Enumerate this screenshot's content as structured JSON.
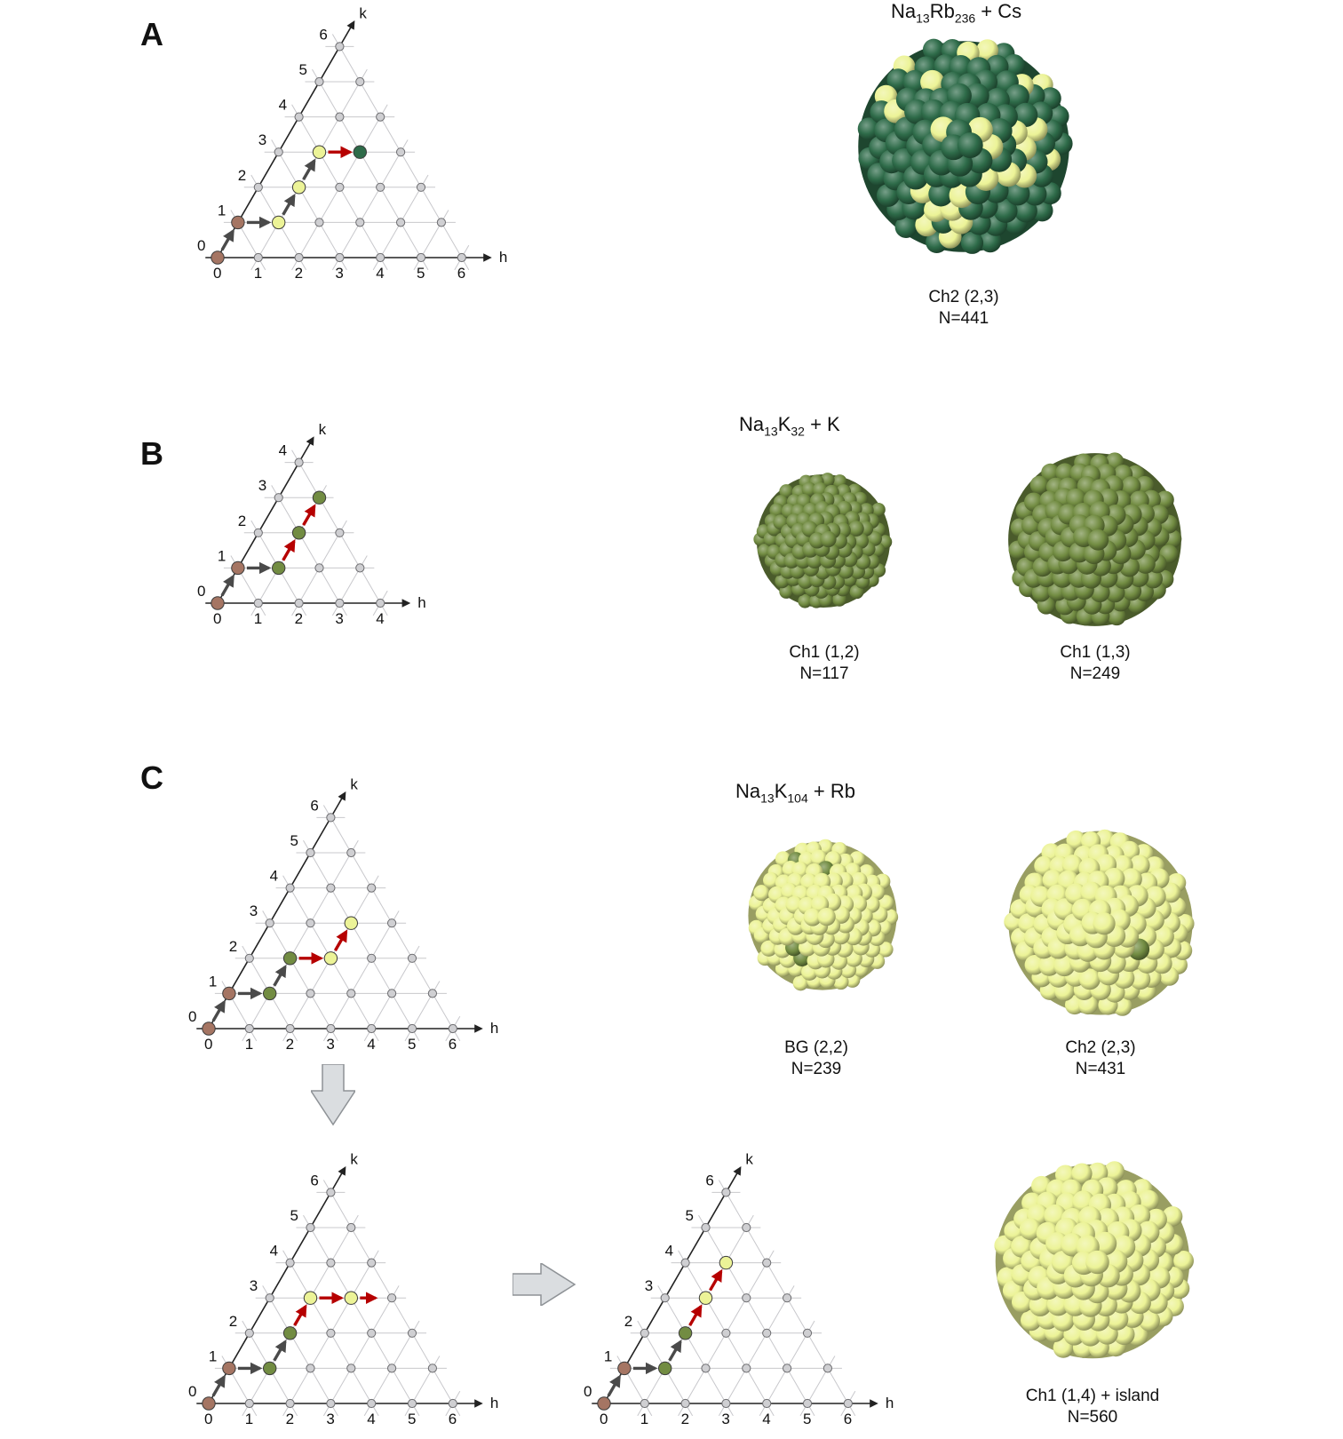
{
  "panels": {
    "A": "A",
    "B": "B",
    "C": "C"
  },
  "colors": {
    "core": "#a57563",
    "gray_node": "#cfcfd2",
    "dark_green": "#2e6b49",
    "olive": "#728c42",
    "yellow": "#ecf397",
    "red_arrow": "#b60000",
    "black_arrow": "#4a4a4a"
  },
  "axis": {
    "h": "h",
    "k": "k"
  },
  "titles": {
    "A": {
      "base": "Na",
      "s1": "13",
      "el2": "Rb",
      "s2": "236",
      "tail": " + Cs"
    },
    "B": {
      "base": "Na",
      "s1": "13",
      "el2": "K",
      "s2": "32",
      "tail": " + K"
    },
    "C": {
      "base": "Na",
      "s1": "13",
      "el2": "K",
      "s2": "104",
      "tail": " + Rb"
    }
  },
  "clusters": {
    "A": [
      {
        "label": "Ch2 (2,3)",
        "n": "N=441"
      }
    ],
    "B": [
      {
        "label": "Ch1 (1,2)",
        "n": "N=117"
      },
      {
        "label": "Ch1 (1,3)",
        "n": "N=249"
      }
    ],
    "C": [
      {
        "label": "BG (2,2)",
        "n": "N=239"
      },
      {
        "label": "Ch2 (2,3)",
        "n": "N=431"
      },
      {
        "label": "Ch1 (1,4) + island",
        "n": "N=560"
      }
    ]
  },
  "lattices": {
    "A": {
      "n": 6,
      "colored": [
        [
          0,
          0,
          "core"
        ],
        [
          0,
          1,
          "core"
        ],
        [
          1,
          1,
          "yellow"
        ],
        [
          1,
          2,
          "yellow"
        ],
        [
          1,
          3,
          "yellow"
        ],
        [
          2,
          3,
          "dark_green"
        ]
      ],
      "arrows": [
        [
          0,
          0,
          0,
          1,
          "black"
        ],
        [
          0,
          1,
          1,
          1,
          "black"
        ],
        [
          1,
          1,
          1,
          2,
          "black"
        ],
        [
          1,
          2,
          1,
          3,
          "black"
        ],
        [
          1,
          3,
          2,
          3,
          "red"
        ]
      ]
    },
    "B": {
      "n": 4,
      "colored": [
        [
          0,
          0,
          "core"
        ],
        [
          0,
          1,
          "core"
        ],
        [
          1,
          1,
          "olive"
        ],
        [
          1,
          2,
          "olive"
        ],
        [
          1,
          3,
          "olive"
        ]
      ],
      "arrows": [
        [
          0,
          0,
          0,
          1,
          "black"
        ],
        [
          0,
          1,
          1,
          1,
          "black"
        ],
        [
          1,
          1,
          1,
          2,
          "red"
        ],
        [
          1,
          2,
          1,
          3,
          "red"
        ]
      ]
    },
    "C1": {
      "n": 6,
      "colored": [
        [
          0,
          0,
          "core"
        ],
        [
          0,
          1,
          "core"
        ],
        [
          1,
          1,
          "olive"
        ],
        [
          1,
          2,
          "olive"
        ],
        [
          2,
          2,
          "yellow"
        ],
        [
          2,
          3,
          "yellow"
        ]
      ],
      "arrows": [
        [
          0,
          0,
          0,
          1,
          "black"
        ],
        [
          0,
          1,
          1,
          1,
          "black"
        ],
        [
          1,
          1,
          1,
          2,
          "black"
        ],
        [
          1,
          2,
          2,
          2,
          "red"
        ],
        [
          2,
          2,
          2,
          3,
          "red"
        ]
      ]
    },
    "C2": {
      "n": 6,
      "colored": [
        [
          0,
          0,
          "core"
        ],
        [
          0,
          1,
          "core"
        ],
        [
          1,
          1,
          "olive"
        ],
        [
          1,
          2,
          "olive"
        ],
        [
          1,
          3,
          "yellow"
        ],
        [
          2,
          3,
          "yellow"
        ]
      ],
      "arrows": [
        [
          0,
          0,
          0,
          1,
          "black"
        ],
        [
          0,
          1,
          1,
          1,
          "black"
        ],
        [
          1,
          1,
          1,
          2,
          "black"
        ],
        [
          1,
          2,
          1,
          3,
          "red"
        ],
        [
          1,
          3,
          2,
          3,
          "red"
        ],
        [
          2,
          3,
          2.6,
          3,
          "red"
        ]
      ]
    },
    "C3": {
      "n": 6,
      "colored": [
        [
          0,
          0,
          "core"
        ],
        [
          0,
          1,
          "core"
        ],
        [
          1,
          1,
          "olive"
        ],
        [
          1,
          2,
          "olive"
        ],
        [
          1,
          3,
          "yellow"
        ],
        [
          1,
          4,
          "yellow"
        ]
      ],
      "arrows": [
        [
          0,
          0,
          0,
          1,
          "black"
        ],
        [
          0,
          1,
          1,
          1,
          "black"
        ],
        [
          1,
          1,
          1,
          2,
          "black"
        ],
        [
          1,
          2,
          1,
          3,
          "red"
        ],
        [
          1,
          3,
          1,
          4,
          "red"
        ]
      ]
    }
  },
  "balls": {
    "A1": {
      "base": "dark_green",
      "accent": "yellow",
      "accent_frac": 0.28
    },
    "B1": {
      "base": "olive",
      "accent": "olive",
      "accent_frac": 0
    },
    "B2": {
      "base": "olive",
      "accent": "olive",
      "accent_frac": 0
    },
    "C1": {
      "base": "yellow",
      "accent": "olive",
      "accent_frac": 0.03
    },
    "C2": {
      "base": "yellow",
      "accent": "olive",
      "accent_frac": 0.01
    },
    "C3": {
      "base": "yellow",
      "accent": "yellow",
      "accent_frac": 0
    }
  }
}
